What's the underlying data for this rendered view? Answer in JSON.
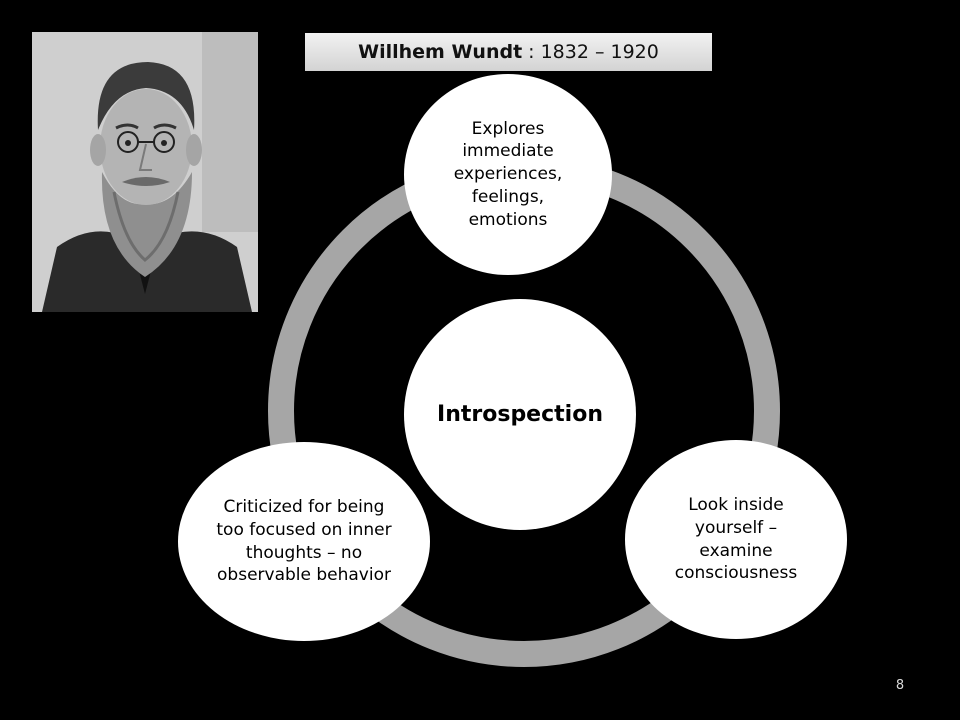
{
  "slide": {
    "title": {
      "name": "Willhem Wundt",
      "separator": ":",
      "dates": "1832 – 1920"
    },
    "portrait": {
      "alt": "Willhem Wundt"
    },
    "cycle": {
      "center": "Introspection",
      "nodes": [
        {
          "text": "Explores immediate experiences, feelings, emotions"
        },
        {
          "text": "Look inside yourself – examine consciousness"
        },
        {
          "text": "Criticized for being too focused on inner thoughts – no observable behavior"
        }
      ]
    },
    "page_number": "8"
  },
  "colors": {
    "background": "#000000",
    "ring": "#a6a6a6",
    "node_fill": "#ffffff",
    "banner": "#dcdcdc"
  }
}
